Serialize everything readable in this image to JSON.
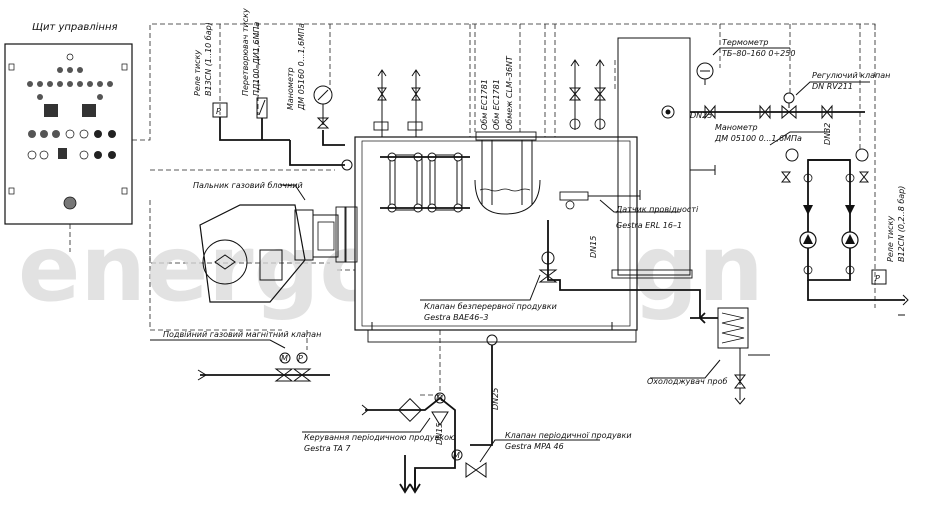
{
  "watermark": "energo.design",
  "control_panel": {
    "title": "Щит управління"
  },
  "sensors": {
    "pressure_relay": "Реле тиску",
    "pressure_relay_model": "B13CN (1..10 бар)",
    "pressure_transmitter": "Перетворювач тиску",
    "pressure_transmitter_model": "ПД100–ДИ1,6МПа",
    "manometer": "Манометр",
    "manometer_model": "ДМ 05160 0...1,6МПа"
  },
  "level_probes": {
    "probe_1": "Обм ЕС1781",
    "probe_2": "Обм ЕС1781",
    "probe_3": "Обмеж CLM–36NT"
  },
  "thermometer": {
    "label": "Термометр",
    "model": "ТБ–80–160 0÷250"
  },
  "control_valve": {
    "label": "Регулючий клапан",
    "model": "DN RV211"
  },
  "manometer_pumps": {
    "label": "Манометр",
    "model": "ДМ 05100 0...1,6МПа"
  },
  "pressure_relay_right": {
    "label": "Реле тиску",
    "model": "B12CN (0,2..8 бар)"
  },
  "burner": {
    "label": "Пальник газовий блочний"
  },
  "gas_valve": {
    "label": "Подвійний газовий магнітний клапан"
  },
  "conductivity_sensor": {
    "label": "Датчик провідності",
    "model": "Gestra ERL 16–1"
  },
  "continuous_blowdown": {
    "label": "Клапан безперервної продувки",
    "model": "Gestra BAE46–3"
  },
  "cooler": {
    "label": "Охолоджувач проб"
  },
  "periodic_control": {
    "label": "Керування періодичною продувкою",
    "model": "Gestra TA 7"
  },
  "periodic_valve": {
    "label": "Клапан періодичної продувки",
    "model": "Gestra MPA 46"
  },
  "pipe_labels": {
    "p1": "DN25",
    "p2": "DN15",
    "p3": "DN32",
    "p4": "DN25",
    "p5": "DN15"
  },
  "symbols": {
    "motor": "M",
    "motor2": "M",
    "motor3": "M",
    "relay": "P"
  },
  "colors": {
    "line": "#111111",
    "watermark": "#d9d9d9",
    "background": "#ffffff"
  }
}
